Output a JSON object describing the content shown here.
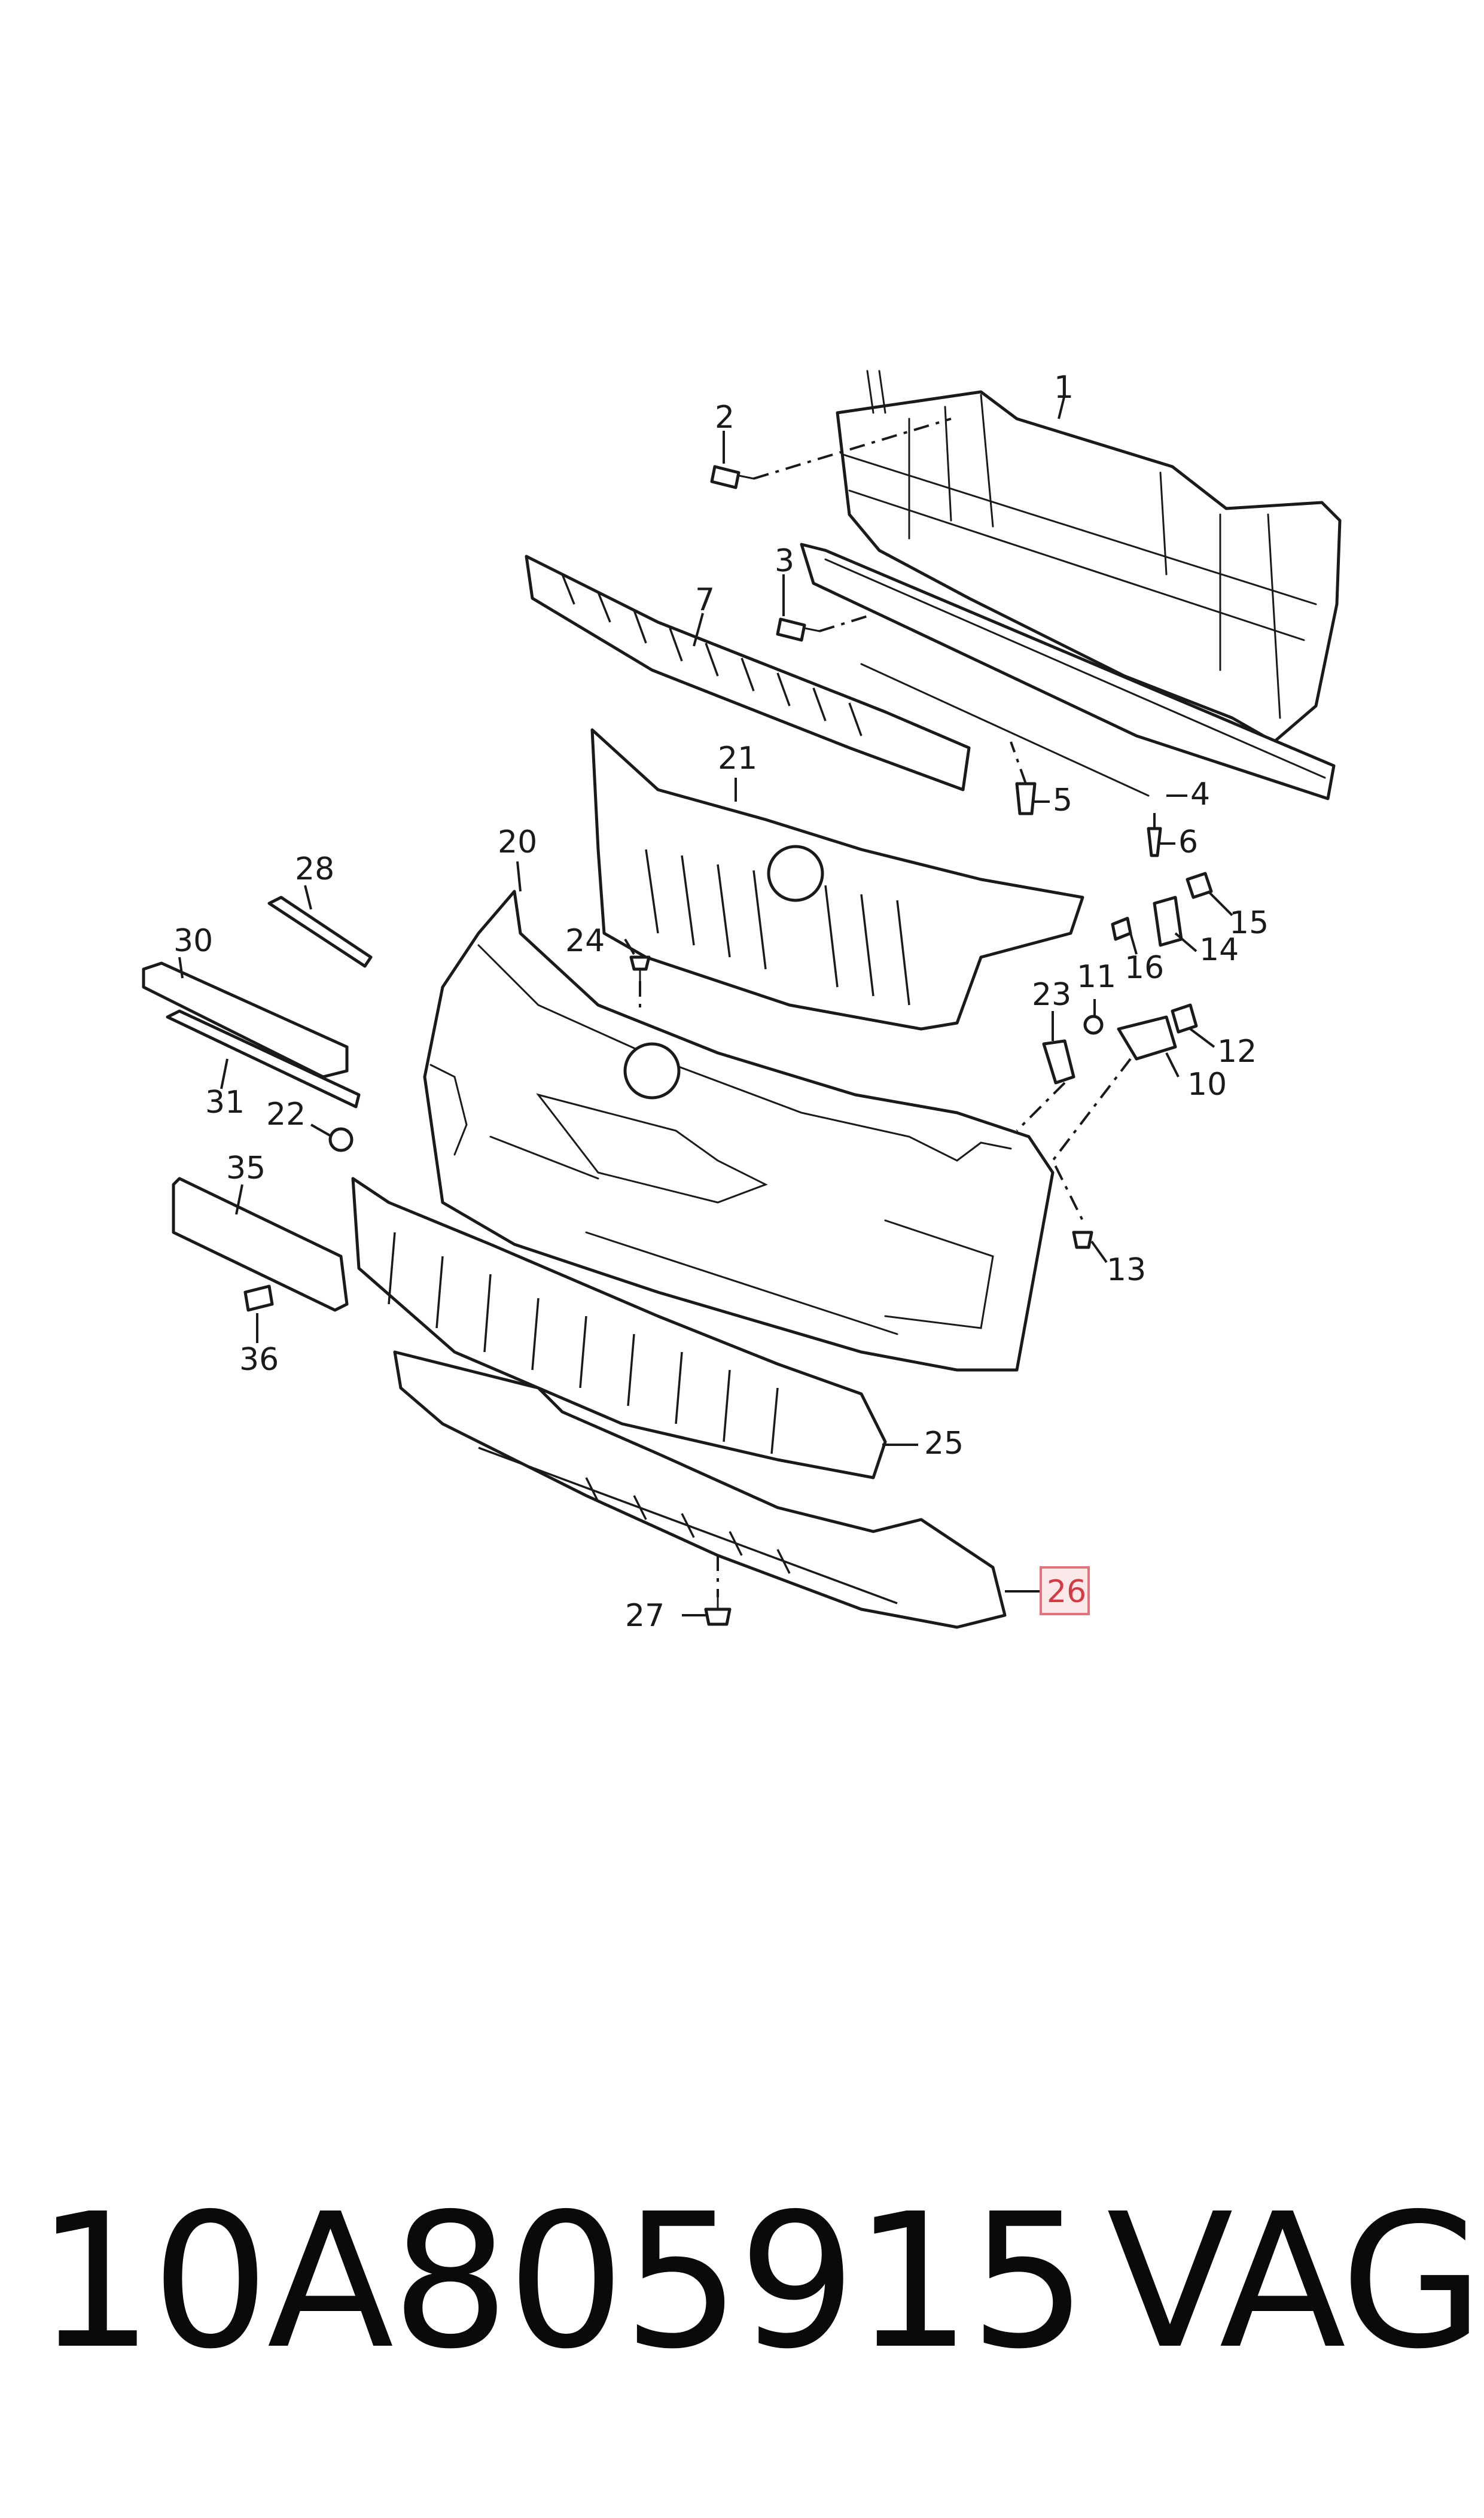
{
  "callouts": [
    {
      "id": "c1",
      "text": "1"
    },
    {
      "id": "c2",
      "text": "2"
    },
    {
      "id": "c3",
      "text": "3"
    },
    {
      "id": "c4",
      "text": "4"
    },
    {
      "id": "c5",
      "text": "5"
    },
    {
      "id": "c6",
      "text": "6"
    },
    {
      "id": "c7",
      "text": "7"
    },
    {
      "id": "c10",
      "text": "10"
    },
    {
      "id": "c11",
      "text": "11"
    },
    {
      "id": "c12",
      "text": "12"
    },
    {
      "id": "c13",
      "text": "13"
    },
    {
      "id": "c14",
      "text": "14"
    },
    {
      "id": "c15",
      "text": "15"
    },
    {
      "id": "c16",
      "text": "16"
    },
    {
      "id": "c20",
      "text": "20"
    },
    {
      "id": "c21",
      "text": "21"
    },
    {
      "id": "c22",
      "text": "22"
    },
    {
      "id": "c23",
      "text": "23"
    },
    {
      "id": "c24",
      "text": "24"
    },
    {
      "id": "c25",
      "text": "25"
    },
    {
      "id": "c26",
      "text": "26"
    },
    {
      "id": "c27",
      "text": "27"
    },
    {
      "id": "c28",
      "text": "28"
    },
    {
      "id": "c30",
      "text": "30"
    },
    {
      "id": "c31",
      "text": "31"
    },
    {
      "id": "c35",
      "text": "35"
    },
    {
      "id": "c36",
      "text": "36"
    }
  ],
  "highlighted_callout": "26",
  "highlight_color": "#e0737b",
  "footer": {
    "part_number": "10A805915",
    "brand": "VAG"
  }
}
